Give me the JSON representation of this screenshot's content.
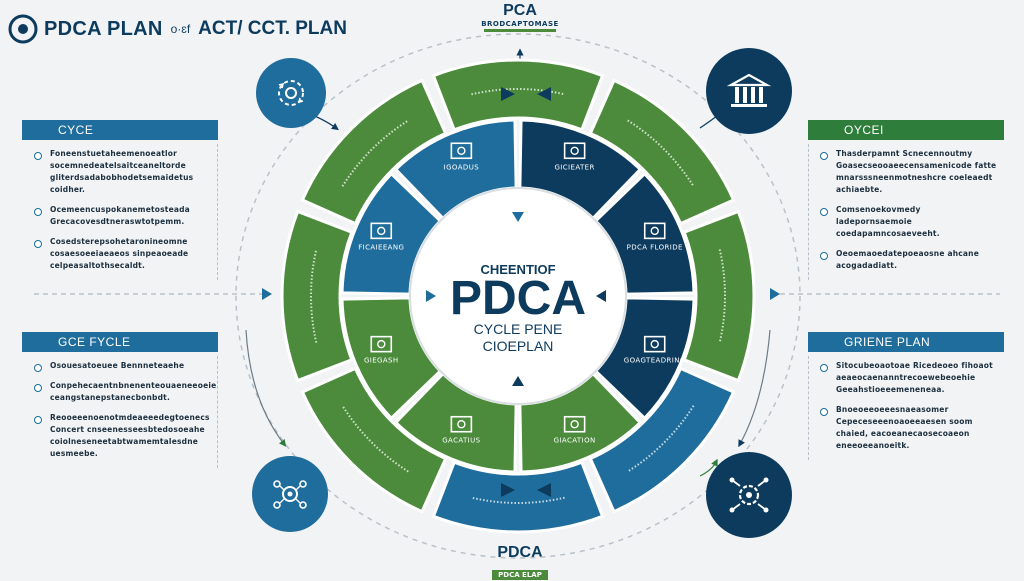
{
  "header": {
    "title_main": "PDCA PLAN",
    "title_mid": "o·ɛf",
    "title_end": "ACT/ CCT. PLAN"
  },
  "top_label": {
    "big": "PCA",
    "small": "BRODCAPTOMASE"
  },
  "bottom_label": {
    "big": "PDCA",
    "small": "PDCA ELAP"
  },
  "center": {
    "top": "CHEENTIOF",
    "main": "PDCA",
    "line1": "CYCLE PENE",
    "line2": "CIOEPLAN"
  },
  "segments": [
    {
      "label": "IGOADUS"
    },
    {
      "label": "GICIEATER"
    },
    {
      "label": "PDCA FLORIDE"
    },
    {
      "label": "GOAGTEADRING"
    },
    {
      "label": "GIACATION"
    },
    {
      "label": "GACATIUS"
    },
    {
      "label": "GIEGASH"
    },
    {
      "label": "FICAIEEANG"
    }
  ],
  "panels": {
    "top_left": {
      "heading": "CYCE",
      "items": [
        "Foneenstuetaheemenoeatlor socemnedeatelsaitceaneltorde gliterdsadabobhodetsemaidetus coidher.",
        "Ocemeencuspokanemetosteada Grecacovesdtneraswtotpemm.",
        "Cosedsterepsohetaronineomne cosaesoeeiaeaeos sinpeaoeade celpeasaltothsecaldt."
      ]
    },
    "top_right": {
      "heading": "OYCEI",
      "items": [
        "Thasderpamnt Scnecennoutmy Goasecseooaeecensamenicode fatte mnarsssneenmotneshcre coeleaedt achiaebte.",
        "Comsenoekovmedy ladepornsaemoie coedapamncosaeveeht.",
        "Oeoemaoedatepoeaosne ahcane acogadadiatt."
      ]
    },
    "bottom_left": {
      "heading": "GCE FYCLE",
      "items": [
        "Osouesatoeuee Bennneteaehe",
        "Conpehecaentnbnenenteouaeneeoeie ceangstanepstanecbonbdt.",
        "Reooeeenoenotmdeaeeedegtoenecs Concert cnseenesseesbtedosoeahe coiolneseneetabtwamemtalesdne uesmeebe."
      ]
    },
    "bottom_right": {
      "heading": "GRIENE PLAN",
      "items": [
        "Sitocubeoaotoae Ricedeoeo fihoaot aeaeocaenanntrecoewebeoehie Geeahstioeeemeneneaa.",
        "Bnoeoeeoeeesnaeasomer Cepeceseeenoaoeeaesen soom chaied, eacoeanecaosecoaeon eneeoeeanoeitk."
      ]
    }
  },
  "colors": {
    "navy": "#0d3b5e",
    "blue": "#1f6d9c",
    "green": "#4b8b3b",
    "light_green": "#6fa845",
    "background": "#f1f3f4"
  },
  "icons": {
    "top_left_badge": "gear-cycle-icon",
    "top_right_badge": "bank-building-icon",
    "bottom_left_badge": "gear-network-icon",
    "bottom_right_badge": "gear-network-icon"
  }
}
